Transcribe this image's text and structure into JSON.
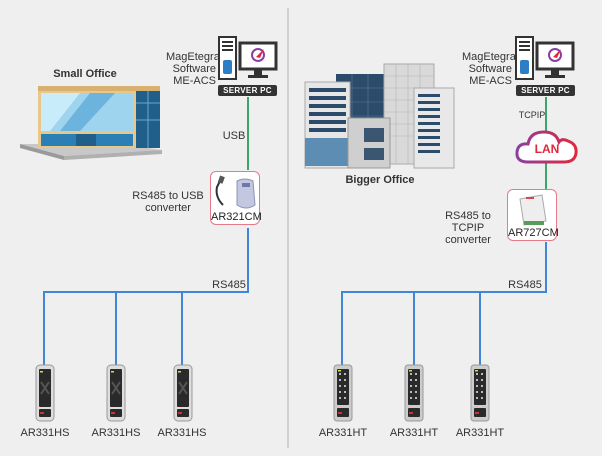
{
  "left": {
    "office_label": "Small Office",
    "server": {
      "software_lines": [
        "MagEtegra",
        "Software",
        "ME-ACS"
      ],
      "label": "SERVER PC"
    },
    "link_label": "USB",
    "converter": {
      "description_lines": [
        "RS485 to USB",
        "converter"
      ],
      "model": "AR321CM"
    },
    "bus_label": "RS485",
    "readers": [
      {
        "model": "AR331HS"
      },
      {
        "model": "AR331HS"
      },
      {
        "model": "AR331HS"
      }
    ]
  },
  "right": {
    "office_label": "Bigger Office",
    "server": {
      "software_lines": [
        "MagEtegra",
        "Software",
        "ME-ACS"
      ],
      "label": "SERVER PC"
    },
    "link_label": "TCPIP",
    "network_label": "LAN",
    "converter": {
      "description_lines": [
        "RS485 to TCPIP",
        "converter"
      ],
      "model": "AR727CM"
    },
    "bus_label": "RS485",
    "readers": [
      {
        "model": "AR331HT"
      },
      {
        "model": "AR331HT"
      },
      {
        "model": "AR331HT"
      }
    ]
  },
  "colors": {
    "usb_link": "#3aa66a",
    "rs485_bus": "#3f86d6",
    "lan_cloud_start": "#8a3fa0",
    "lan_cloud_end": "#e0283c",
    "divider": "#cfcfcf"
  }
}
